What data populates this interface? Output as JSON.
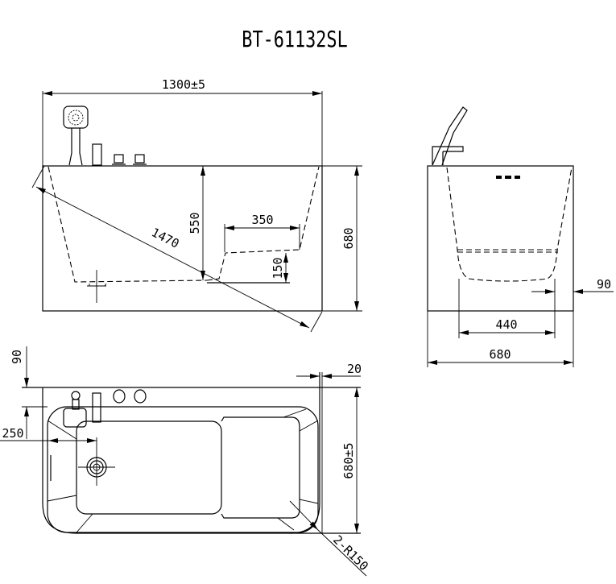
{
  "title": "BT-61132SL",
  "front_view": {
    "overall_length": "1300±5",
    "diagonal": "1470",
    "inner_depth": "550",
    "seat_width": "350",
    "seat_height": "150",
    "overall_height": "680"
  },
  "side_view": {
    "bottom_width": "440",
    "overall_width": "680",
    "offset": "90"
  },
  "top_view": {
    "deck_width": "90",
    "drain_offset": "250",
    "rim_offset": "20",
    "overall_width": "680±5",
    "corner_radius": "2-R150"
  }
}
